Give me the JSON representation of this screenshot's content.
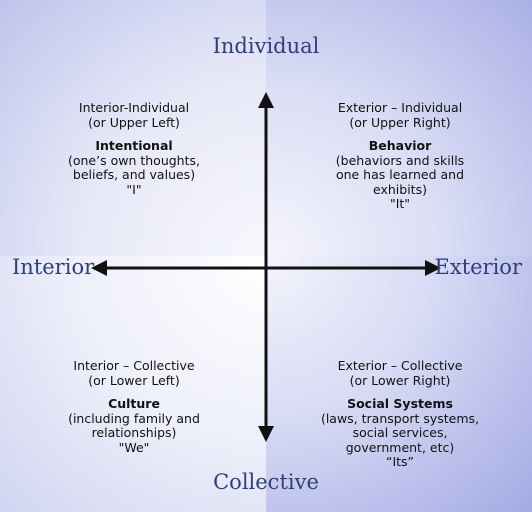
{
  "axes": {
    "top": "Individual",
    "bottom": "Collective",
    "left": "Interior",
    "right": "Exterior"
  },
  "quadrants": {
    "upper_left": {
      "heading": "Interior-Individual",
      "position": "(or Upper Left)",
      "name": "Intentional",
      "desc1": "(one’s own thoughts,",
      "desc2": "beliefs, and values)",
      "pronoun": "\"I\""
    },
    "upper_right": {
      "heading": "Exterior – Individual",
      "position": "(or Upper Right)",
      "name": "Behavior",
      "desc1": "(behaviors and skills",
      "desc2": "one has learned and",
      "desc3": "exhibits)",
      "pronoun": "\"It\""
    },
    "lower_left": {
      "heading": "Interior – Collective",
      "position": "(or Lower Left)",
      "name": "Culture",
      "desc1": "(including family and",
      "desc2": "relationships)",
      "pronoun": "\"We\""
    },
    "lower_right": {
      "heading": "Exterior – Collective",
      "position": "(or Lower Right)",
      "name": "Social Systems",
      "desc1": "(laws, transport systems,",
      "desc2": "social services,",
      "desc3": "government, etc)",
      "pronoun": "“Its”"
    }
  },
  "colors": {
    "axis_label": "#2e3f7a",
    "arrow": "#111111",
    "quadrant_tint": "#aab0e6"
  }
}
